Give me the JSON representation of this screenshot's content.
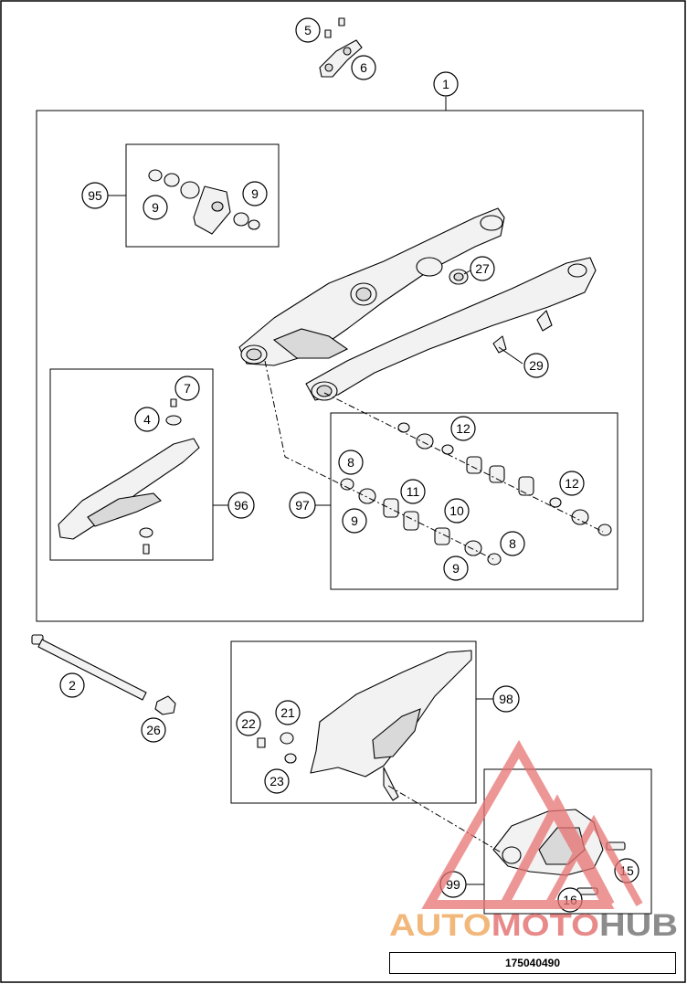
{
  "diagram_number": "175040490",
  "watermark": {
    "part1": "AUTO",
    "part2": "MOTO",
    "part3": "HUB",
    "color1": "#f2b77a",
    "color2": "#e88a8a",
    "color3": "#8c8c8c"
  },
  "callouts": {
    "c1": "1",
    "c2": "2",
    "c4": "4",
    "c5": "5",
    "c6": "6",
    "c7": "7",
    "c8a": "8",
    "c8b": "8",
    "c9a": "9",
    "c9b": "9",
    "c9c": "9",
    "c9d": "9",
    "c10": "10",
    "c11": "11",
    "c12a": "12",
    "c12b": "12",
    "c15": "15",
    "c16": "16",
    "c21": "21",
    "c22": "22",
    "c23": "23",
    "c26": "26",
    "c27": "27",
    "c29": "29",
    "c95": "95",
    "c96": "96",
    "c97": "97",
    "c98": "98",
    "c99": "99"
  }
}
